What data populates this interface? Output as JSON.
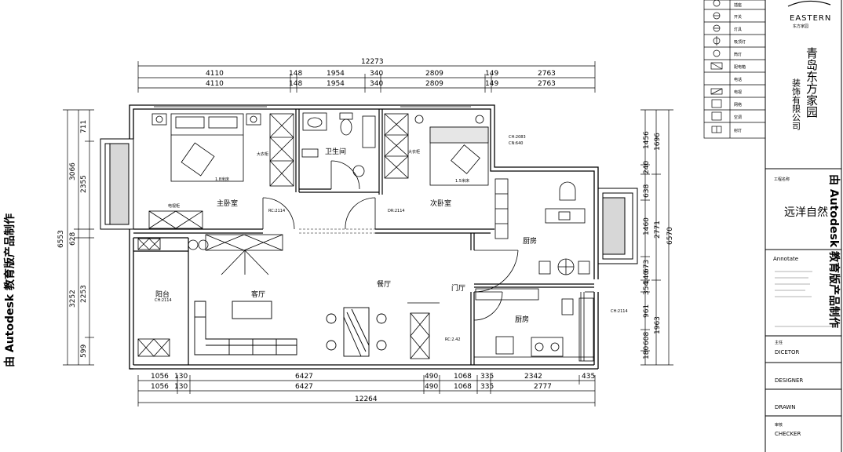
{
  "dimensions": {
    "top_total": "12273",
    "top_row1": [
      "4110",
      "148",
      "1954",
      "340",
      "2809",
      "149",
      "2763"
    ],
    "top_row2": [
      "4110",
      "148",
      "1954",
      "340",
      "2809",
      "149",
      "2763"
    ],
    "bottom_total": "12264",
    "bottom_row1": [
      "1056",
      "130",
      "6427",
      "490",
      "1068",
      "335",
      "2342",
      "435"
    ],
    "bottom_row2": [
      "1056",
      "130",
      "6427",
      "490",
      "1068",
      "335",
      "2777"
    ],
    "left_total": "6553",
    "left_outer": [
      "3066",
      "628",
      "3252"
    ],
    "left_inner": [
      "711",
      "2355",
      "2253",
      "599"
    ],
    "right_total": "6570",
    "right_outer": [
      "1696",
      "2771",
      "1963"
    ],
    "right_inner": [
      "1456",
      "240",
      "638",
      "1460",
      "673",
      "140",
      "354",
      "961",
      "608",
      "180"
    ]
  },
  "rooms": {
    "master_bedroom": "主卧室",
    "bathroom": "卫生间",
    "second_bedroom": "次卧室",
    "balcony": "阳台",
    "living_room": "客厅",
    "dining_room": "餐厅",
    "entrance": "门厅",
    "kitchen": "厨房",
    "kitchen_dining": "厨房",
    "bed_label_1": "1.8米床",
    "bed_label_2": "1.5米床",
    "wardrobe": "大衣柜",
    "tv_cabinet": "电视柜",
    "code_left": "RC:2114",
    "code_mid": "DR:2114",
    "code_right_top": "CH:2083",
    "code_right_top2": "CN:640",
    "code_balcony": "CH:2114",
    "code_kitchen_right": "CH:2114",
    "code_dining": "RC:2.42"
  },
  "watermark": {
    "vertical_text": "由 Autodesk 教育版产品制作",
    "brand": "Autodesk"
  },
  "legend": {
    "rows": [
      "插座",
      "开关",
      "灯具",
      "吸顶灯",
      "筒灯",
      "配电箱",
      "电话",
      "电视",
      "网络",
      "空调",
      "射灯"
    ]
  },
  "title_block": {
    "logo_text": "EASTERN",
    "logo_sub": "东方家园",
    "company_line1": "青岛东方家园",
    "company_line2": "装饰有限公司",
    "project_label": "工程名称",
    "project_name": "远洋自然",
    "annotate": "Annotate",
    "director": "DICETOR",
    "director_cn": "主任",
    "designer": "DESIGNER",
    "drawn": "DRAWN",
    "checker": "CHECKER",
    "checker_cn": "审核"
  }
}
